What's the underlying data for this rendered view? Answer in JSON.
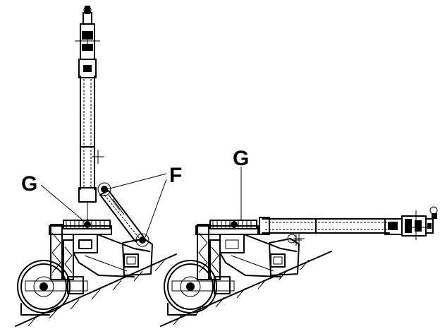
{
  "labels": {
    "g_left": "G",
    "f": "F",
    "g_right": "G"
  },
  "colors": {
    "line": "#000000",
    "background": "#ffffff"
  }
}
